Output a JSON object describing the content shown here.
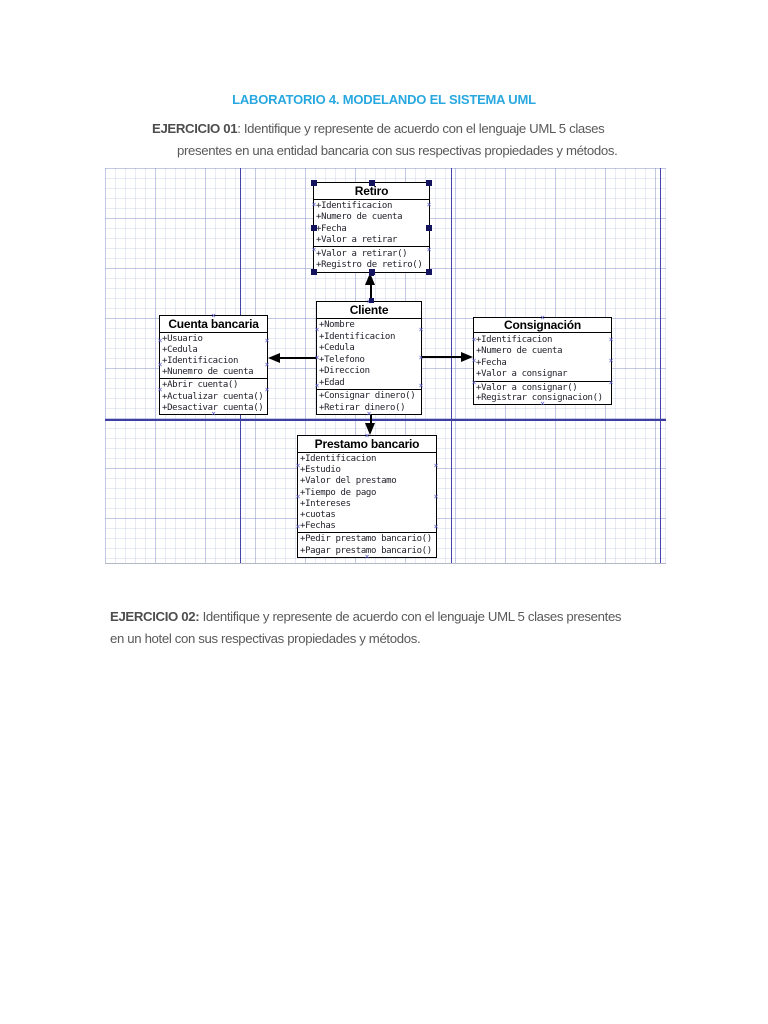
{
  "header": {
    "title": "LABORATORIO 4. MODELANDO EL SISTEMA UML",
    "title_color": "#29a8e0"
  },
  "exercise1": {
    "label": "EJERCICIO 01",
    "line1_rest": ": Identifique y represente de acuerdo con el lenguaje UML 5 clases",
    "line2": "presentes en una entidad bancaria con sus respectivas propiedades y métodos."
  },
  "exercise2": {
    "label": "EJERCICIO 02:",
    "line1_rest": " Identifique y represente de acuerdo con el lenguaje UML 5 clases presentes",
    "line2": "en un hotel con sus respectivas propiedades y métodos."
  },
  "diagram": {
    "grid_color": "#dfe4f0",
    "guide_color": "#4444ac",
    "selection_color": "#13135e",
    "classes": [
      {
        "name": "Retiro",
        "attributes": [
          "+Identificacion",
          "+Numero de cuenta",
          "+Fecha",
          "+Valor a retirar"
        ],
        "methods": [
          "+Valor a retirar()",
          "+Registro de retiro()"
        ],
        "selected": true
      },
      {
        "name": "Cliente",
        "attributes": [
          "+Nombre",
          "+Identificacion",
          "+Cedula",
          "+Telefono",
          "+Direccion",
          "+Edad"
        ],
        "methods": [
          "+Consignar dinero()",
          "+Retirar dinero()"
        ],
        "selected": false
      },
      {
        "name": "Cuenta bancaria",
        "attributes": [
          "+Usuario",
          "+Cedula",
          "+Identificacion",
          "+Nunemro de cuenta"
        ],
        "methods": [
          "+Abrir cuenta()",
          "+Actualizar cuenta()",
          "+Desactivar cuenta()"
        ],
        "selected": false
      },
      {
        "name": "Consignación",
        "attributes": [
          "+Identificacion",
          "+Numero de cuenta",
          "+Fecha",
          "+Valor a consignar"
        ],
        "methods": [
          "+Valor a consignar()",
          "+Registrar consignacion()"
        ],
        "selected": false
      },
      {
        "name": "Prestamo bancario",
        "attributes": [
          "+Identificacion",
          "+Estudio",
          "+Valor del prestamo",
          "+Tiempo de pago",
          "+Intereses",
          "+cuotas",
          "+Fechas"
        ],
        "methods": [
          "+Pedir prestamo bancario()",
          "+Pagar prestamo bancario()"
        ],
        "selected": false
      }
    ],
    "relations": [
      {
        "from": "Cliente",
        "to": "Retiro",
        "label": "Cliente → Retiro"
      },
      {
        "from": "Cliente",
        "to": "Cuenta bancaria",
        "label": "Cliente → Cuenta bancaria"
      },
      {
        "from": "Cliente",
        "to": "Consignación",
        "label": "Cliente → Consignación"
      },
      {
        "from": "Cliente",
        "to": "Prestamo bancario",
        "label": "Cliente → Prestamo bancario"
      }
    ]
  }
}
